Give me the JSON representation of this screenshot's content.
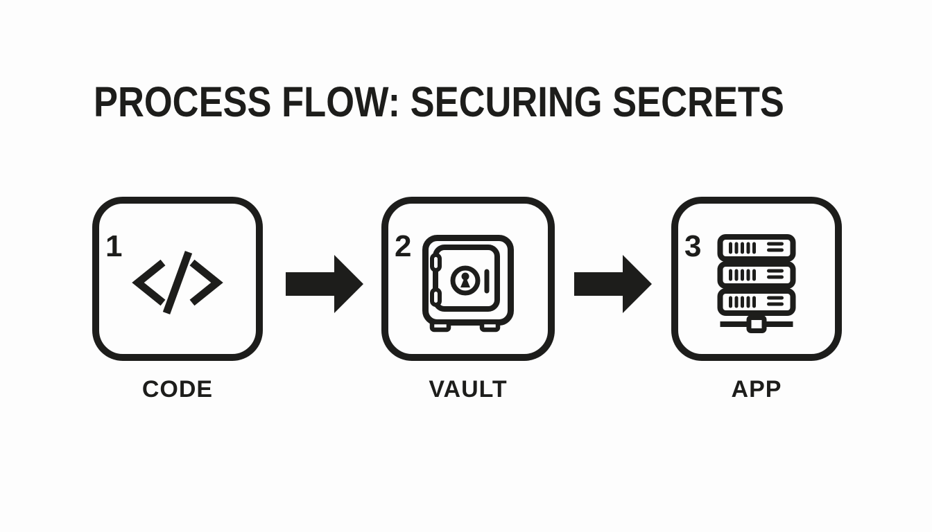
{
  "title": "PROCESS FLOW: SECURING SECRETS",
  "palette": {
    "ink": "#1d1d1b",
    "background": "#fdfdfd"
  },
  "steps": [
    {
      "number": "1",
      "label": "CODE",
      "icon": "code-icon"
    },
    {
      "number": "2",
      "label": "VAULT",
      "icon": "vault-safe-icon"
    },
    {
      "number": "3",
      "label": "APP",
      "icon": "server-stack-icon"
    }
  ],
  "connectors": [
    {
      "type": "arrow-right"
    },
    {
      "type": "arrow-right"
    }
  ]
}
